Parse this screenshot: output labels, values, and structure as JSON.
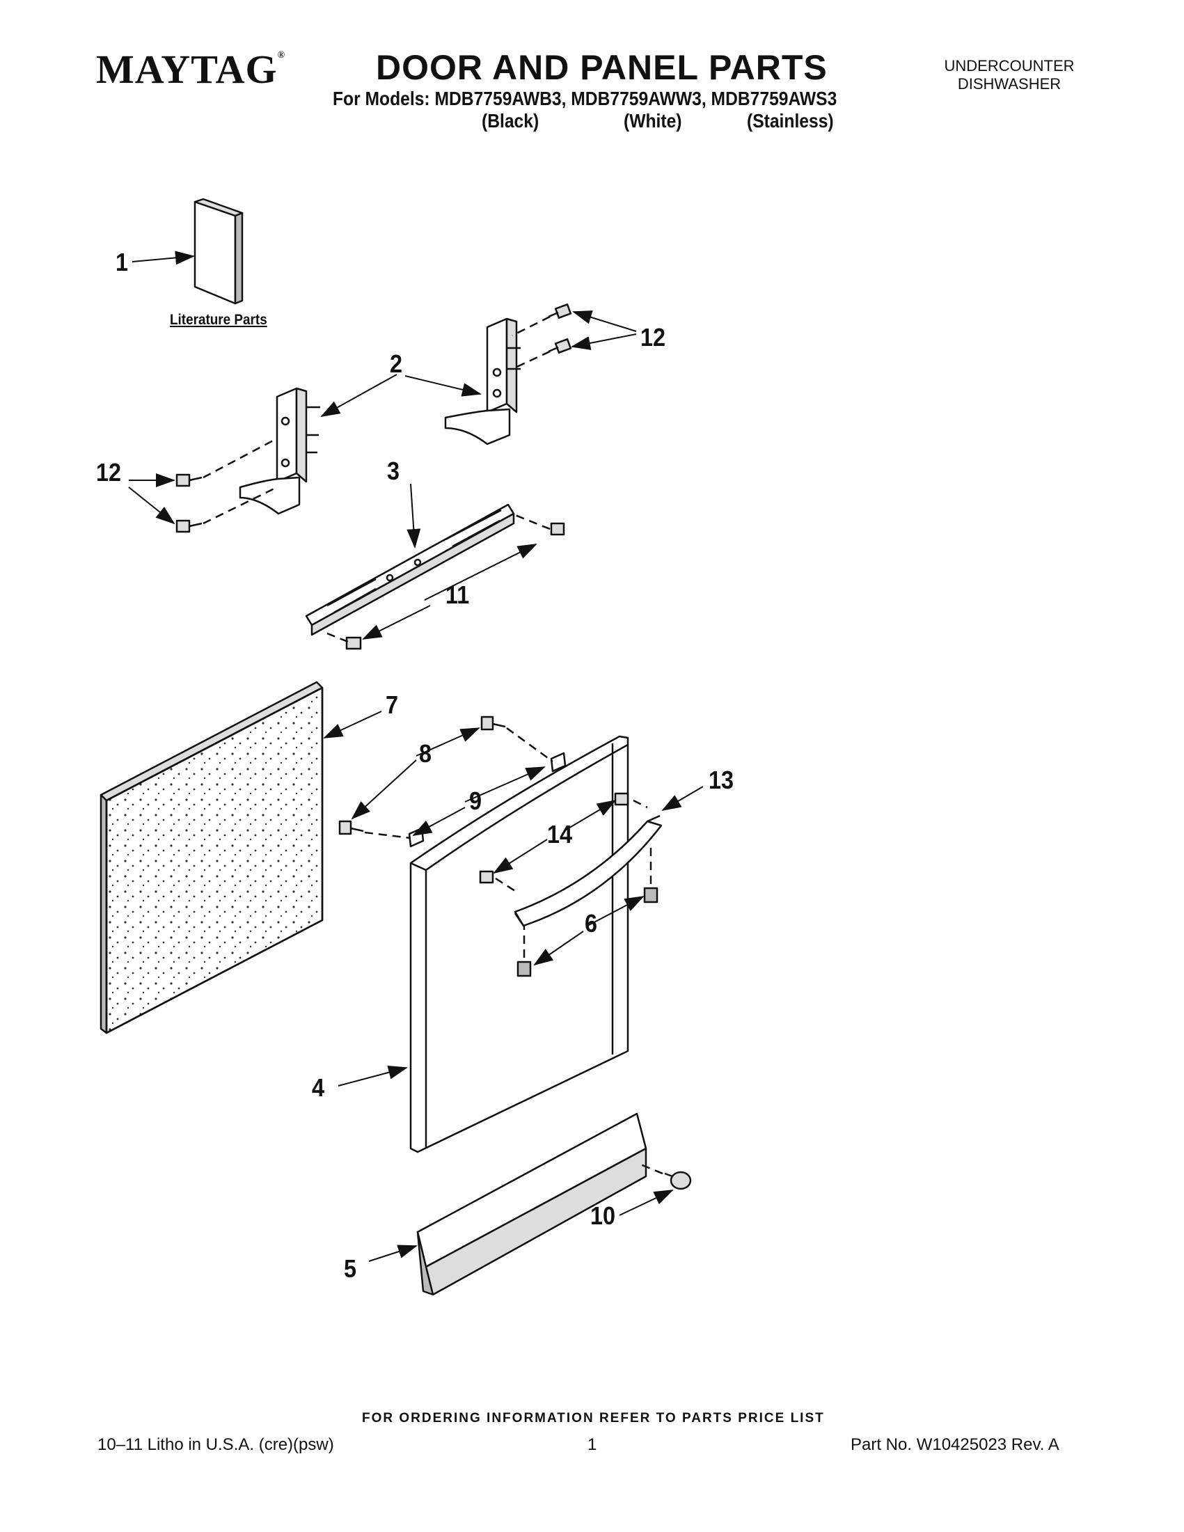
{
  "header": {
    "brand": "MAYTAG",
    "brand_mark": "®",
    "title": "DOOR AND PANEL PARTS",
    "models": "For Models: MDB7759AWB3, MDB7759AWW3, MDB7759AWS3",
    "colors": [
      "(Black)",
      "(White)",
      "(Stainless)"
    ],
    "category_line1": "UNDERCOUNTER",
    "category_line2": "DISHWASHER"
  },
  "diagram": {
    "literature_label": "Literature Parts",
    "callouts": {
      "c1": "1",
      "c2": "2",
      "c3": "3",
      "c4": "4",
      "c5": "5",
      "c6": "6",
      "c7": "7",
      "c8": "8",
      "c9": "9",
      "c10": "10",
      "c11": "11",
      "c12a": "12",
      "c12b": "12",
      "c13": "13",
      "c14": "14"
    }
  },
  "footer": {
    "ordering": "FOR ORDERING INFORMATION REFER TO PARTS PRICE LIST",
    "litho": "10–11 Litho in U.S.A. (cre)(psw)",
    "page": "1",
    "part_no": "Part No. W10425023 Rev. A"
  }
}
